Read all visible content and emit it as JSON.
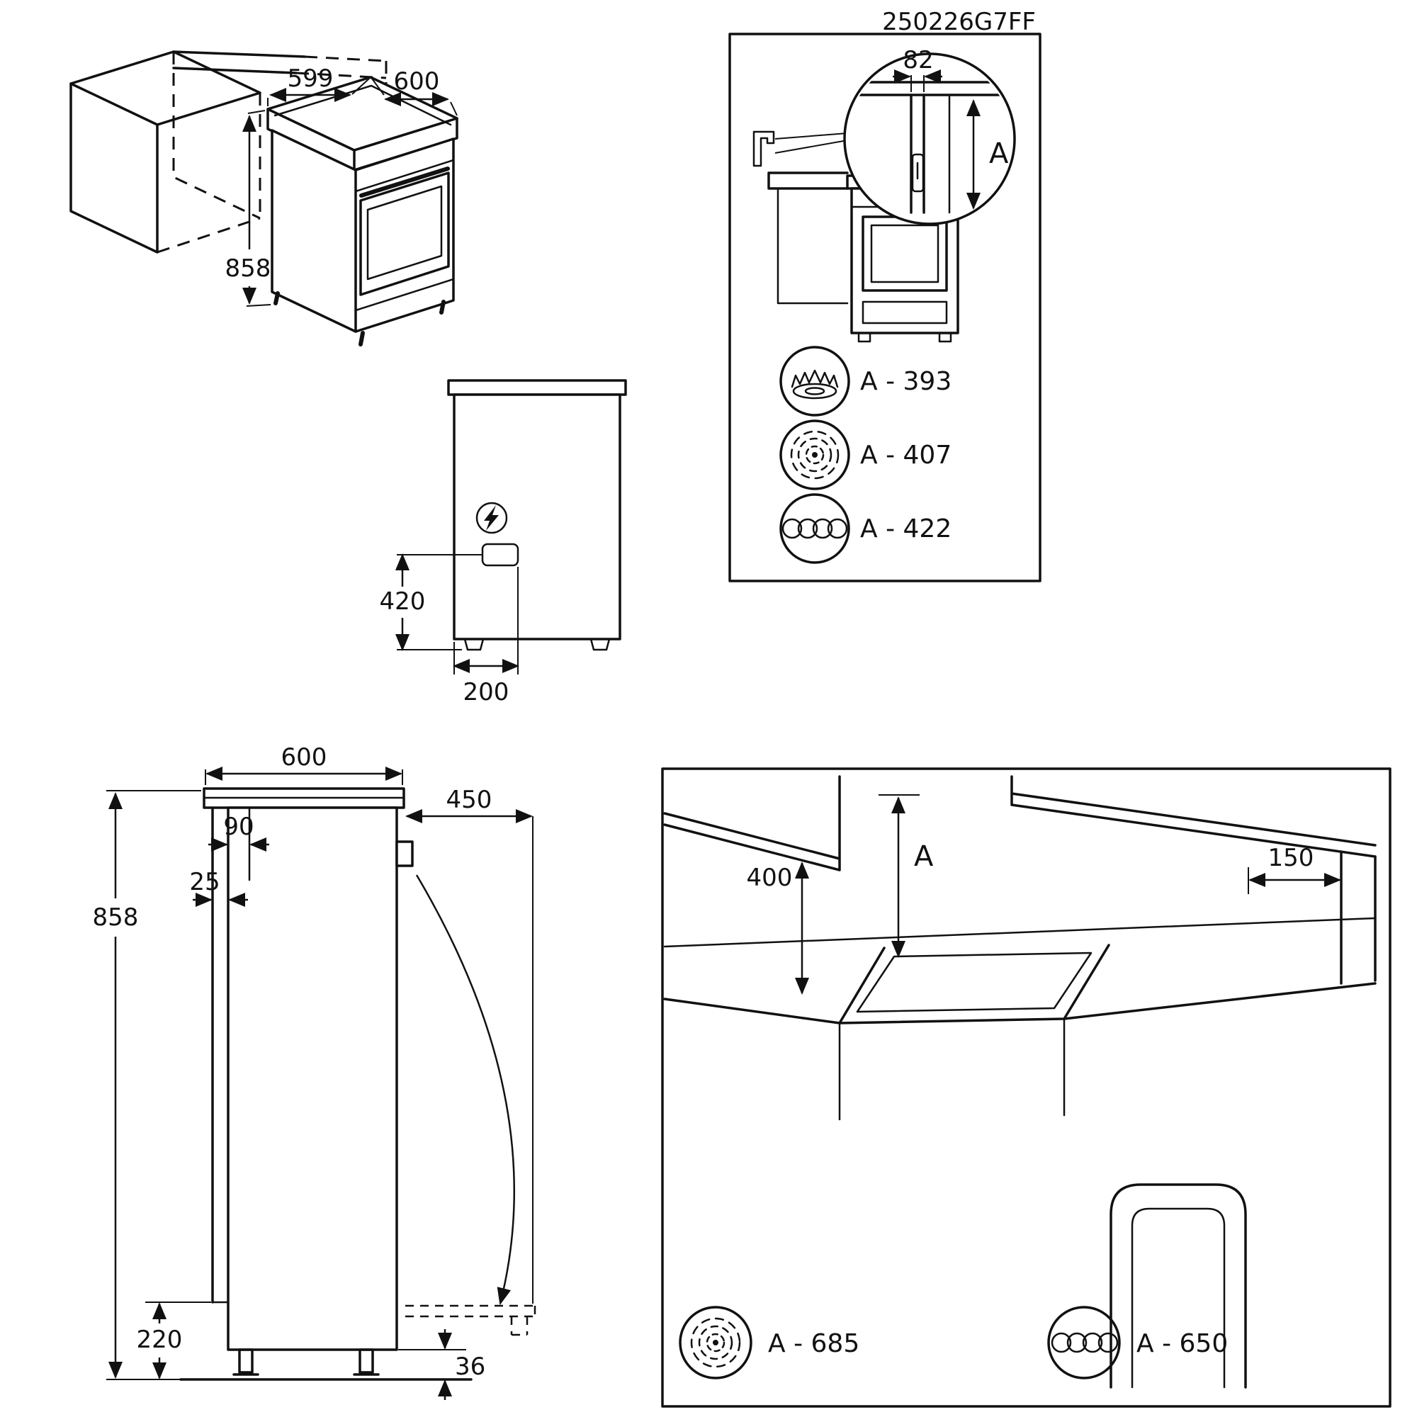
{
  "header": {
    "code": "250226G7FF"
  },
  "iso_view": {
    "niche_width": "599",
    "appliance_width": "600",
    "height": "858"
  },
  "rear_view": {
    "connection_height": "420",
    "connection_offset": "200"
  },
  "bracket_panel": {
    "bracket_width": "82",
    "dim_letter": "A",
    "legend": [
      {
        "icon": "gas-burner-icon",
        "value": "A - 393"
      },
      {
        "icon": "fan-icon",
        "value": "A - 407"
      },
      {
        "icon": "coil-icon",
        "value": "A - 422"
      }
    ]
  },
  "side_view": {
    "depth": "600",
    "door_open": "450",
    "rear_gap": "90",
    "wall_gap": "25",
    "height": "858",
    "plinth": "220",
    "foot": "36"
  },
  "clearance_panel": {
    "dim_letter": "A",
    "hood_clearance": "400",
    "side_clearance": "150",
    "legend": [
      {
        "icon": "fan-icon",
        "value": "A - 685"
      },
      {
        "icon": "coil-icon",
        "value": "A - 650"
      }
    ]
  }
}
